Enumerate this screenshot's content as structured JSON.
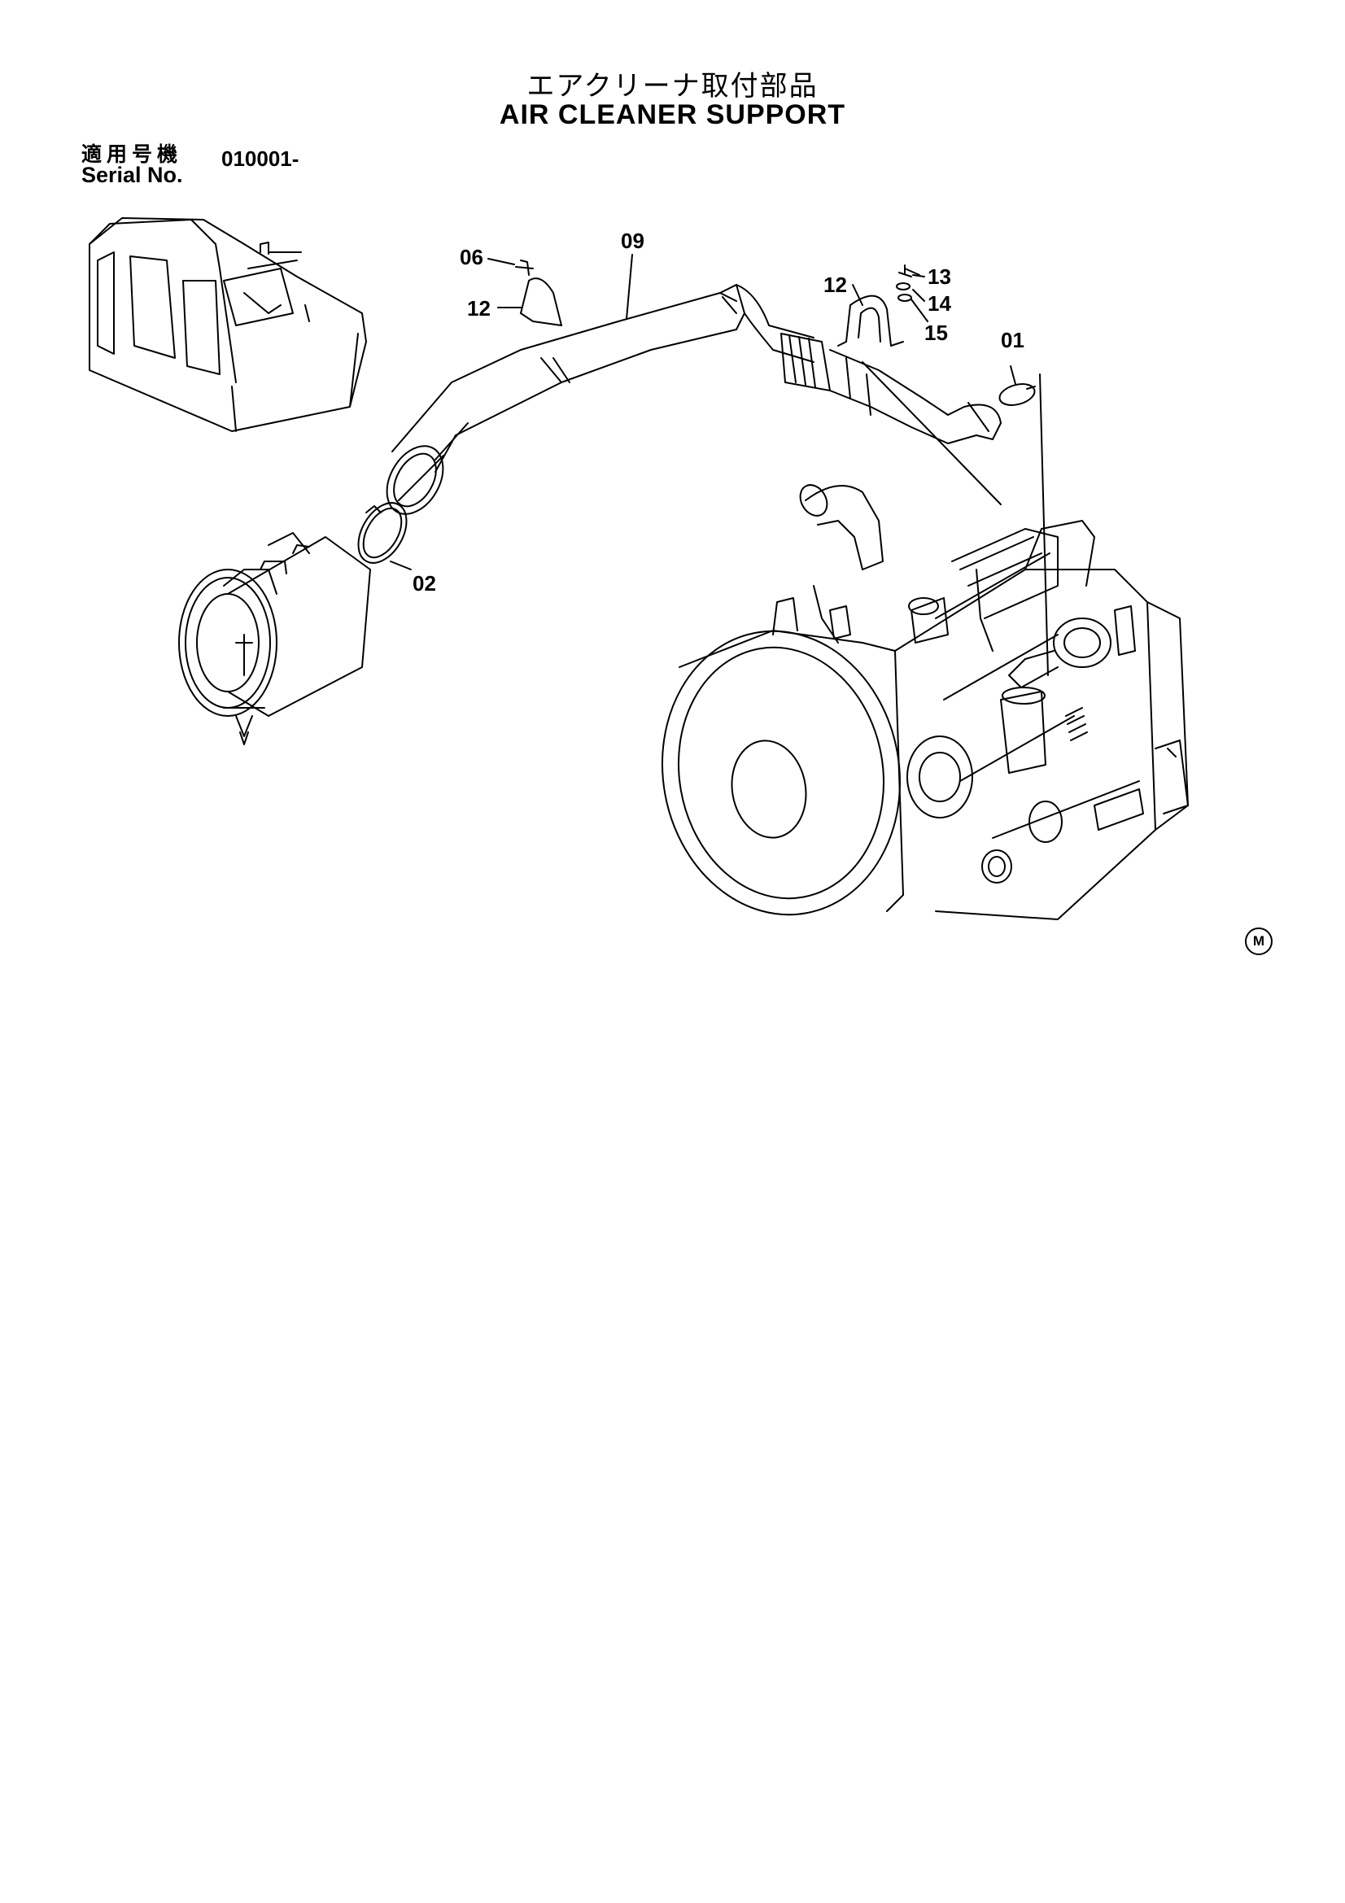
{
  "header": {
    "title_jp": "エアクリーナ取付部品",
    "title_en": "AIR CLEANER SUPPORT",
    "serial_label_jp": "適用号機",
    "serial_label_en": "Serial No.",
    "serial_value": "010001-"
  },
  "callouts": {
    "c06": "06",
    "c12a": "12",
    "c09": "09",
    "c12b": "12",
    "c13": "13",
    "c14": "14",
    "c15": "15",
    "c01": "01",
    "c02": "02"
  },
  "model_mark": "M"
}
